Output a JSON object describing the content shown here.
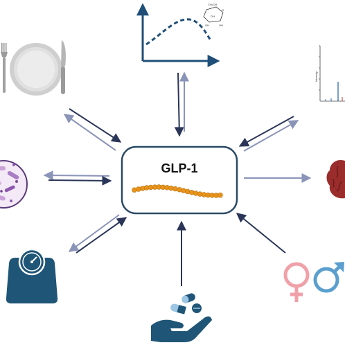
{
  "center": {
    "label": "GLP-1"
  },
  "nodes": [
    {
      "id": "food",
      "icon": "plate-fork-knife-icon"
    },
    {
      "id": "glucose-curve",
      "icon": "glucose-curve-chart-icon",
      "molecule_text": [
        "CH₂OH",
        "OH",
        "OH",
        "OH",
        "O"
      ]
    },
    {
      "id": "spectrum",
      "icon": "mass-spectrum-chart-icon",
      "ylabel": "Intensity"
    },
    {
      "id": "microbiome",
      "icon": "gut-microbiome-icon"
    },
    {
      "id": "brain",
      "icon": "brain-icon"
    },
    {
      "id": "body-weight",
      "icon": "bathroom-scale-icon"
    },
    {
      "id": "medication",
      "icon": "pills-in-hand-icon"
    },
    {
      "id": "sex",
      "icon": "female-male-symbols-icon"
    }
  ],
  "colors": {
    "dark_arrow": "#2a3558",
    "light_arrow": "#8a94b8",
    "box_border": "#2b4a66",
    "bead": "#e8941a",
    "scale": "#1f5577",
    "female": "#f0a0a8",
    "male": "#5b9fcf",
    "curve_axis": "#1f4f78"
  }
}
